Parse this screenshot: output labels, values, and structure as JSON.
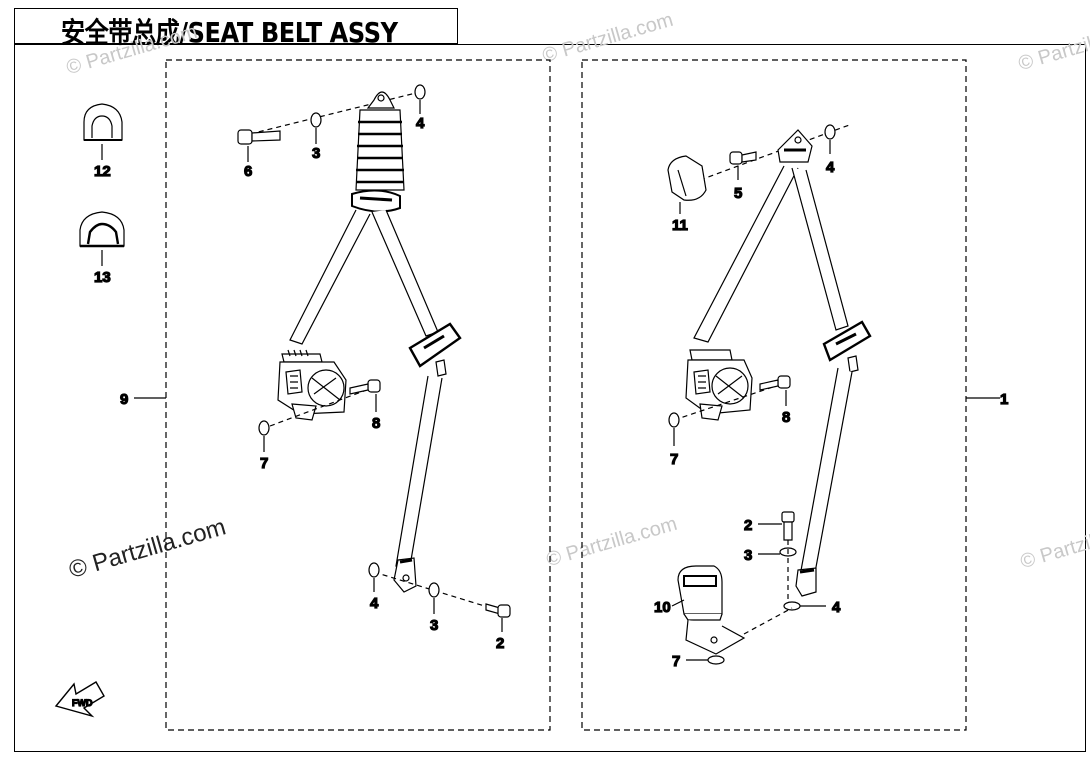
{
  "title": "安全带总成/SEAT BELT ASSY",
  "watermark": "© Partzilla.com",
  "watermark_faint": "© Partzilla.com",
  "fwd_label": "FWD",
  "callouts": {
    "left_assembly": "9",
    "right_assembly": "1",
    "cover_a": "12",
    "cover_b": "13",
    "left_bolt_top": "6",
    "left_washer_top": "3",
    "left_washer_top_b": "4",
    "left_bolt_retractor": "8",
    "left_washer_retractor": "7",
    "left_washer_bottom_a": "4",
    "left_washer_bottom_b": "3",
    "left_bolt_bottom": "2",
    "right_cover": "11",
    "right_bolt_top": "5",
    "right_washer_top": "4",
    "right_bolt_retractor": "8",
    "right_washer_retractor": "7",
    "right_bolt_bottom": "2",
    "right_washer_bottom_a": "3",
    "right_washer_bottom_b": "4",
    "buckle": "10",
    "buckle_washer": "7"
  }
}
